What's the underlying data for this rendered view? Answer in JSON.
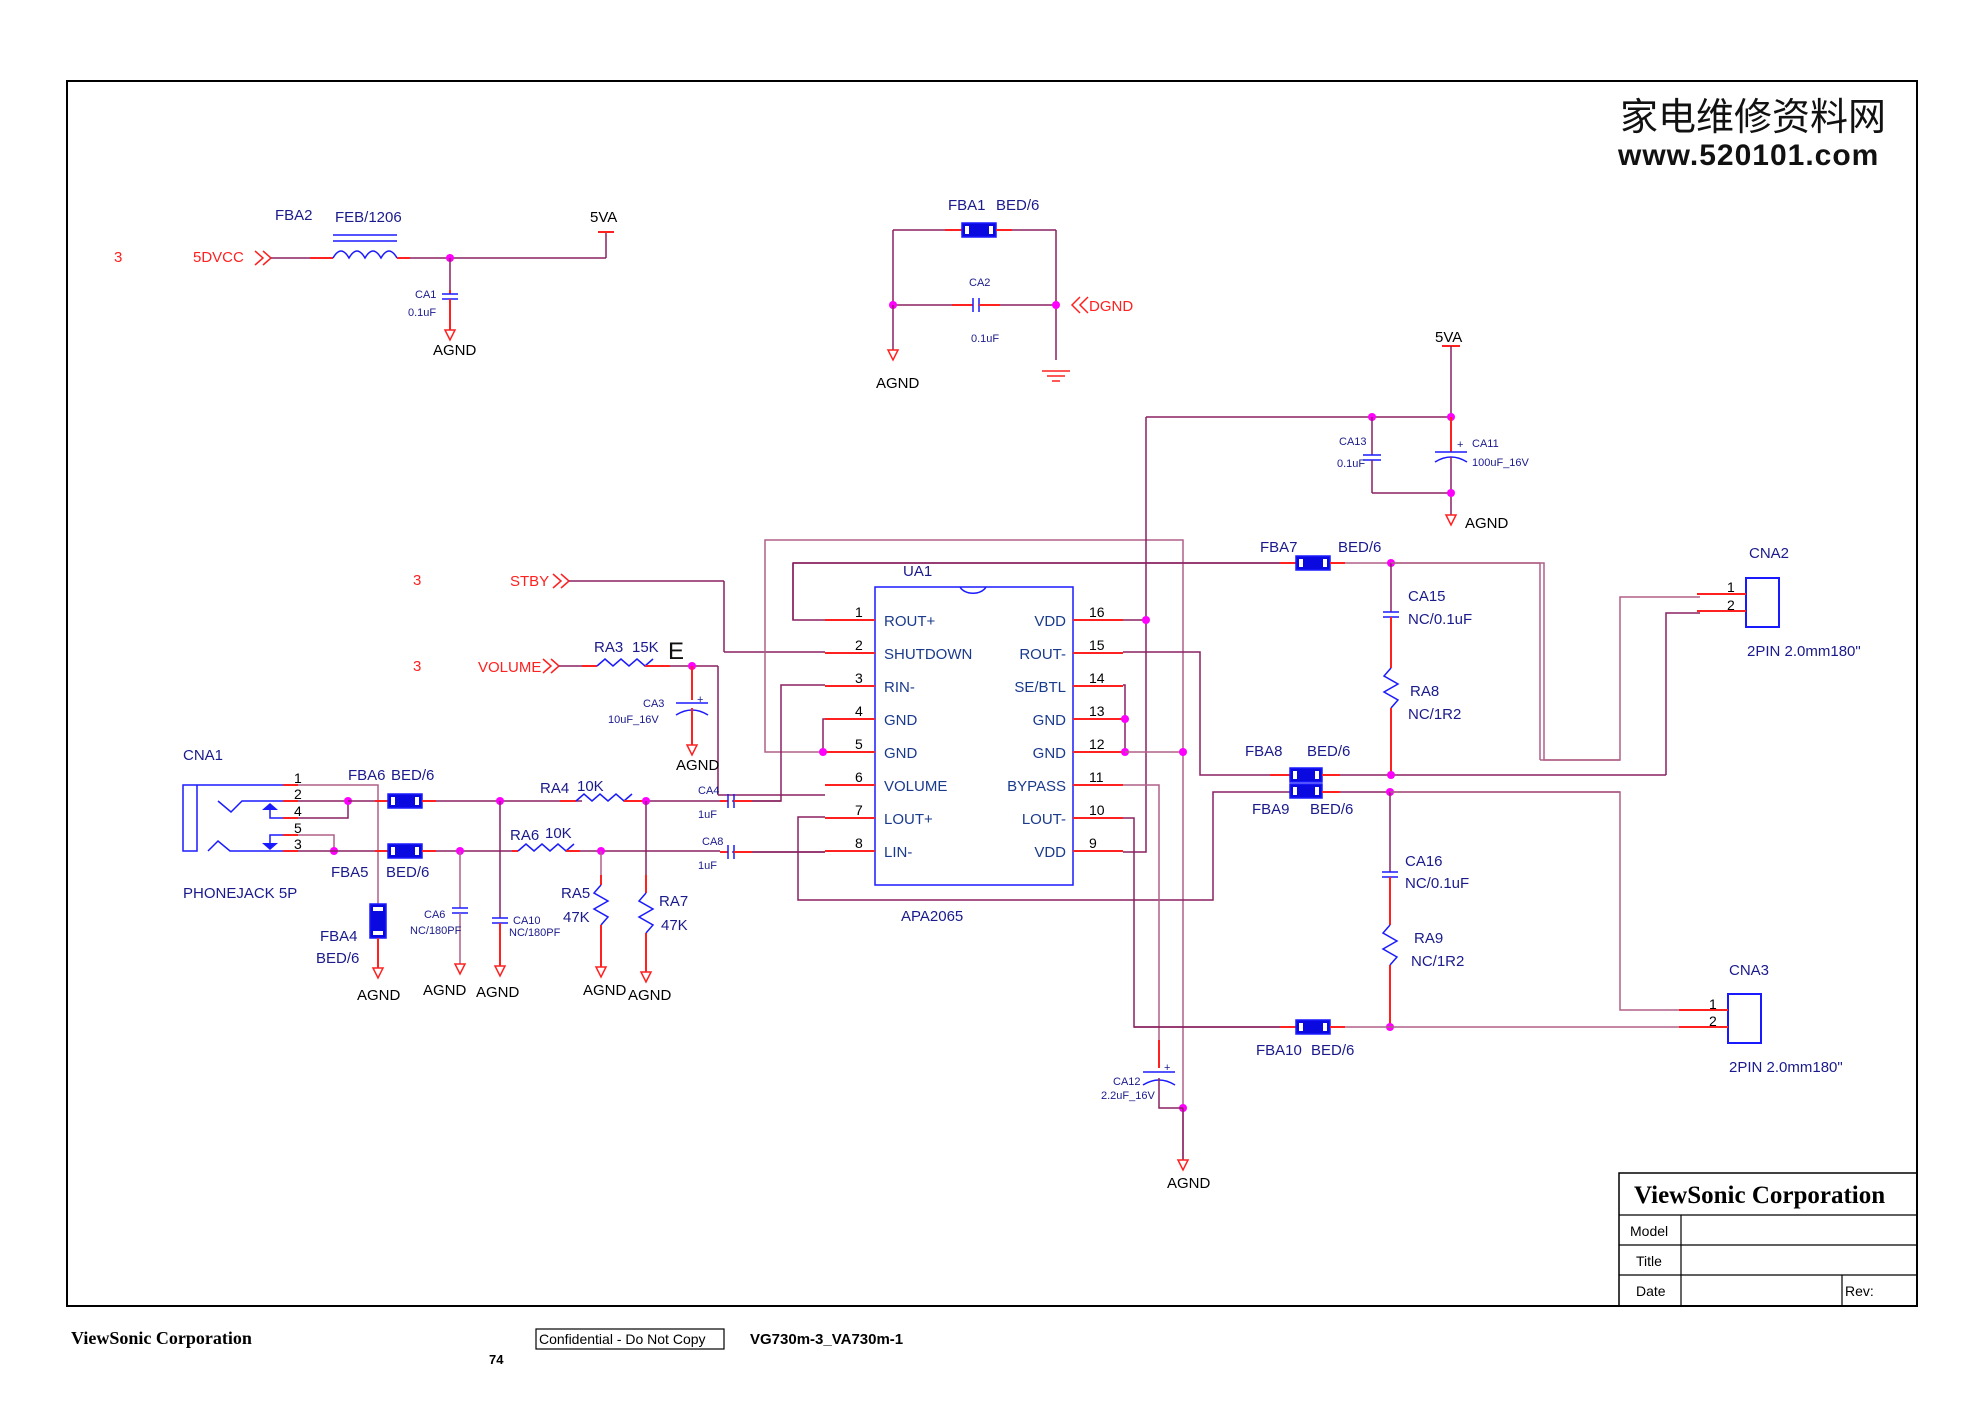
{
  "watermark": {
    "chinese_text": "家电维修资料网",
    "url": "www.520101.com"
  },
  "sheet_refs": {
    "page_ref": "3"
  },
  "power_section": {
    "input_net": "5DVCC",
    "inductor": {
      "ref": "FBA2",
      "value": "FEB/1206"
    },
    "output_rail": "5VA",
    "cap": {
      "ref": "CA1",
      "value": "0.1uF"
    },
    "ground": "AGND"
  },
  "ground_tie": {
    "bead": {
      "ref": "FBA1",
      "value": "BED/6"
    },
    "cap": {
      "ref": "CA2",
      "value": "0.1uF"
    },
    "net": "DGND",
    "ground": "AGND"
  },
  "supply_decoupling": {
    "rail": "5VA",
    "cap_small": {
      "ref": "CA13",
      "value": "0.1uF"
    },
    "cap_bulk": {
      "ref": "CA11",
      "value": "100uF_16V",
      "polarity": "+"
    },
    "ground": "AGND"
  },
  "control_nets": {
    "stby": "STBY",
    "volume": "VOLUME",
    "ra3": {
      "ref": "RA3",
      "value": "15K"
    },
    "marker": "E",
    "ca3": {
      "ref": "CA3",
      "value": "10uF_16V",
      "polarity": "+"
    },
    "ground": "AGND"
  },
  "ic": {
    "ref": "UA1",
    "part": "APA2065",
    "left_pins": [
      {
        "num": "1",
        "name": "ROUT+"
      },
      {
        "num": "2",
        "name": "SHUTDOWN"
      },
      {
        "num": "3",
        "name": "RIN-"
      },
      {
        "num": "4",
        "name": "GND"
      },
      {
        "num": "5",
        "name": "GND"
      },
      {
        "num": "6",
        "name": "VOLUME"
      },
      {
        "num": "7",
        "name": "LOUT+"
      },
      {
        "num": "8",
        "name": "LIN-"
      }
    ],
    "right_pins": [
      {
        "num": "16",
        "name": "VDD"
      },
      {
        "num": "15",
        "name": "ROUT-"
      },
      {
        "num": "14",
        "name": "SE/BTL"
      },
      {
        "num": "13",
        "name": "GND"
      },
      {
        "num": "12",
        "name": "GND"
      },
      {
        "num": "11",
        "name": "BYPASS"
      },
      {
        "num": "10",
        "name": "LOUT-"
      },
      {
        "num": "9",
        "name": "VDD"
      }
    ]
  },
  "input_jack": {
    "ref": "CNA1",
    "part": "PHONEJACK 5P",
    "pins": [
      "1",
      "2",
      "4",
      "5",
      "3"
    ],
    "fba6": {
      "ref": "FBA6",
      "value": "BED/6"
    },
    "fba5": {
      "ref": "FBA5",
      "value": "BED/6"
    },
    "fba4": {
      "ref": "FBA4",
      "value": "BED/6"
    },
    "ca6": {
      "ref": "CA6",
      "value": "NC/180PF"
    },
    "ca10": {
      "ref": "CA10",
      "value": "NC/180PF"
    },
    "ra4": {
      "ref": "RA4",
      "value": "10K"
    },
    "ra6": {
      "ref": "RA6",
      "value": "10K"
    },
    "ra5": {
      "ref": "RA5",
      "value": "47K"
    },
    "ra7": {
      "ref": "RA7",
      "value": "47K"
    },
    "ca4": {
      "ref": "CA4",
      "value": "1uF"
    },
    "ca8": {
      "ref": "CA8",
      "value": "1uF"
    },
    "ground": "AGND"
  },
  "output_section": {
    "fba7": {
      "ref": "FBA7",
      "value": "BED/6"
    },
    "fba8": {
      "ref": "FBA8",
      "value": "BED/6"
    },
    "fba9": {
      "ref": "FBA9",
      "value": "BED/6"
    },
    "fba10": {
      "ref": "FBA10",
      "value": "BED/6"
    },
    "ca15": {
      "ref": "CA15",
      "value": "NC/0.1uF"
    },
    "ra8": {
      "ref": "RA8",
      "value": "NC/1R2"
    },
    "ca16": {
      "ref": "CA16",
      "value": "NC/0.1uF"
    },
    "ra9": {
      "ref": "RA9",
      "value": "NC/1R2"
    },
    "ca12": {
      "ref": "CA12",
      "value": "2.2uF_16V",
      "polarity": "+"
    },
    "ground": "AGND",
    "cna2": {
      "ref": "CNA2",
      "part": "2PIN 2.0mm180\"",
      "pins": [
        "1",
        "2"
      ]
    },
    "cna3": {
      "ref": "CNA3",
      "part": "2PIN 2.0mm180\"",
      "pins": [
        "1",
        "2"
      ]
    }
  },
  "title_block": {
    "company": "ViewSonic Corporation",
    "rows": [
      {
        "label": "Model",
        "value": ""
      },
      {
        "label": "Title",
        "value": ""
      },
      {
        "label": "Date",
        "value": ""
      }
    ],
    "rev_label": "Rev:"
  },
  "footer": {
    "company": "ViewSonic Corporation",
    "confidential": "Confidential - Do Not Copy",
    "model": "VG730m-3_VA730m-1",
    "page_number": "74"
  }
}
